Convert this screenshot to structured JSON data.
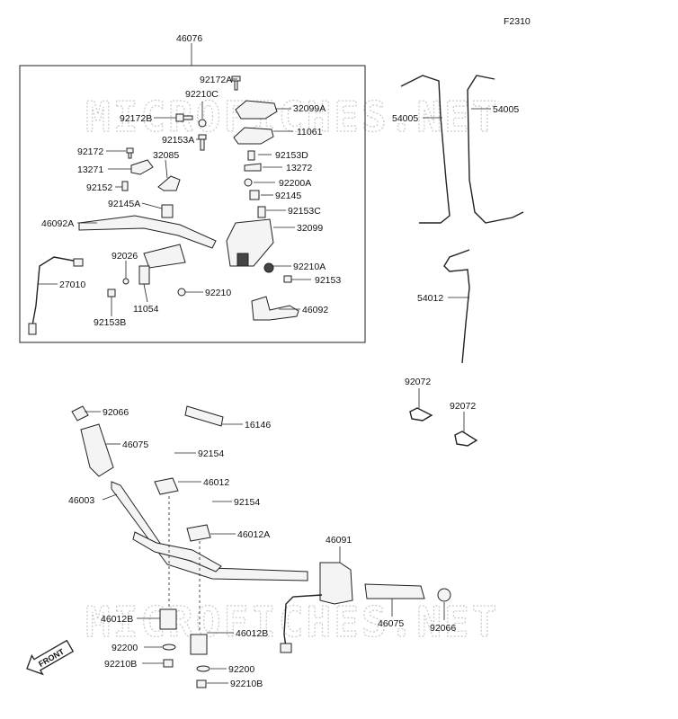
{
  "figure_code": "F2310",
  "watermark": "MICROFICHES.NET",
  "front_label": "FRONT",
  "parts": [
    {
      "id": "46076",
      "text": "46076"
    },
    {
      "id": "92172A",
      "text": "92172A"
    },
    {
      "id": "92210C",
      "text": "92210C"
    },
    {
      "id": "32099A",
      "text": "32099A"
    },
    {
      "id": "92172B",
      "text": "92172B"
    },
    {
      "id": "11061",
      "text": "11061"
    },
    {
      "id": "92153A",
      "text": "92153A"
    },
    {
      "id": "92172",
      "text": "92172"
    },
    {
      "id": "92153D",
      "text": "92153D"
    },
    {
      "id": "32085",
      "text": "32085"
    },
    {
      "id": "13271",
      "text": "13271"
    },
    {
      "id": "13272",
      "text": "13272"
    },
    {
      "id": "92200A",
      "text": "92200A"
    },
    {
      "id": "92152",
      "text": "92152"
    },
    {
      "id": "92145",
      "text": "92145"
    },
    {
      "id": "92145A",
      "text": "92145A"
    },
    {
      "id": "92153C",
      "text": "92153C"
    },
    {
      "id": "46092A",
      "text": "46092A"
    },
    {
      "id": "32099",
      "text": "32099"
    },
    {
      "id": "92026",
      "text": "92026"
    },
    {
      "id": "92210A",
      "text": "92210A"
    },
    {
      "id": "27010",
      "text": "27010"
    },
    {
      "id": "92153",
      "text": "92153"
    },
    {
      "id": "92210",
      "text": "92210"
    },
    {
      "id": "11054",
      "text": "11054"
    },
    {
      "id": "46092",
      "text": "46092"
    },
    {
      "id": "92153B",
      "text": "92153B"
    },
    {
      "id": "54005a",
      "text": "54005"
    },
    {
      "id": "54005b",
      "text": "54005"
    },
    {
      "id": "54012",
      "text": "54012"
    },
    {
      "id": "92072a",
      "text": "92072"
    },
    {
      "id": "92072b",
      "text": "92072"
    },
    {
      "id": "92066a",
      "text": "92066"
    },
    {
      "id": "16146",
      "text": "16146"
    },
    {
      "id": "46075a",
      "text": "46075"
    },
    {
      "id": "92154a",
      "text": "92154"
    },
    {
      "id": "46012",
      "text": "46012"
    },
    {
      "id": "46003",
      "text": "46003"
    },
    {
      "id": "92154b",
      "text": "92154"
    },
    {
      "id": "46012A",
      "text": "46012A"
    },
    {
      "id": "46091",
      "text": "46091"
    },
    {
      "id": "46012B_l",
      "text": "46012B"
    },
    {
      "id": "46012B_r",
      "text": "46012B"
    },
    {
      "id": "46075b",
      "text": "46075"
    },
    {
      "id": "92066b",
      "text": "92066"
    },
    {
      "id": "92200_l",
      "text": "92200"
    },
    {
      "id": "92210B_l",
      "text": "92210B"
    },
    {
      "id": "92200_r",
      "text": "92200"
    },
    {
      "id": "92210B_r",
      "text": "92210B"
    }
  ]
}
